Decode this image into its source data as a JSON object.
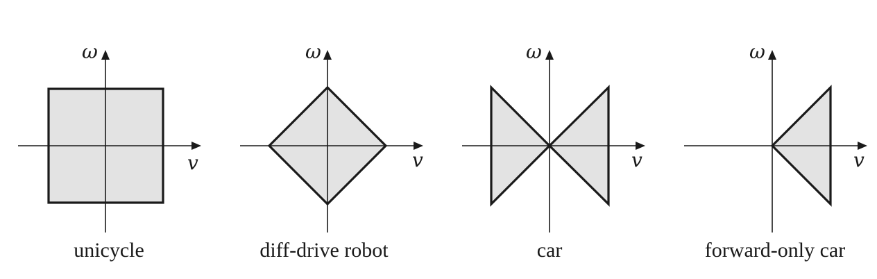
{
  "panels": [
    {
      "caption": "unicycle",
      "x_axis_label": "v",
      "y_axis_label": "ω",
      "shape": "square"
    },
    {
      "caption": "diff-drive robot",
      "x_axis_label": "v",
      "y_axis_label": "ω",
      "shape": "diamond"
    },
    {
      "caption": "car",
      "x_axis_label": "v",
      "y_axis_label": "ω",
      "shape": "bowtie"
    },
    {
      "caption": "forward-only car",
      "x_axis_label": "v",
      "y_axis_label": "ω",
      "shape": "forward-triangle"
    }
  ],
  "colors": {
    "region_fill": "#e3e3e3",
    "stroke": "#1a1a1a"
  }
}
